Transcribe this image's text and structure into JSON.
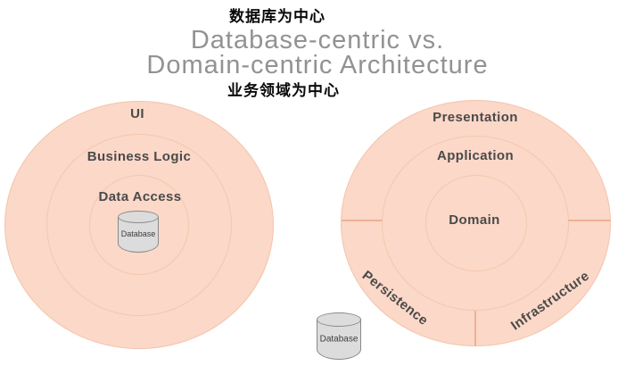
{
  "page": {
    "annotation_top": "数据库为中心",
    "title_line1": "Database-centric vs.",
    "title_line2": "Domain-centric Architecture",
    "annotation_bottom": "业务领域为中心"
  },
  "left_diagram": {
    "type": "concentric-rings",
    "theme": "database-centric",
    "rings": [
      {
        "label": "UI"
      },
      {
        "label": "Business Logic"
      },
      {
        "label": "Data Access"
      }
    ],
    "center_icon": "database-cylinder",
    "database_label": "Database"
  },
  "right_diagram": {
    "type": "concentric-rings",
    "theme": "domain-centric",
    "rings": [
      {
        "label": "Presentation"
      },
      {
        "label": "Application"
      },
      {
        "label": "Domain"
      }
    ],
    "outer_segments": [
      {
        "label": "Persistence"
      },
      {
        "label": "Infrastructure"
      }
    ],
    "external_icon": "database-cylinder",
    "database_label": "Database"
  },
  "colors": {
    "background": "#ffffff",
    "ring_fill": "#fbd8c8",
    "ring_stroke": "#f4c4ab",
    "segment_divider": "#eeb196",
    "ring_label_text": "#4a4a4a",
    "title_text": "#929292",
    "annotation_text": "#0a0a0a",
    "cylinder_fill": "#dcdcdc",
    "cylinder_stroke": "#8a8a8a"
  }
}
